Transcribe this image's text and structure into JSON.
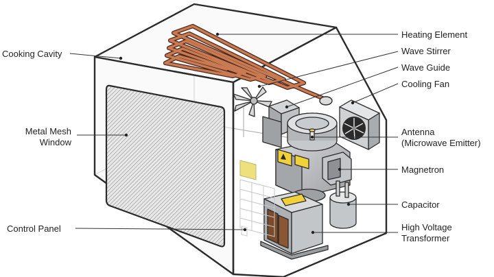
{
  "labels": {
    "heating_element": "Heating Element",
    "wave_stirrer": "Wave Stirrer",
    "wave_guide": "Wave Guide",
    "cooling_fan": "Cooling Fan",
    "antenna_line1": "Antenna",
    "antenna_line2": "(Microwave Emitter)",
    "magnetron": "Magnetron",
    "capacitor": "Capacitor",
    "transformer_line1": "High Voltage",
    "transformer_line2": "Transformer",
    "cooking_cavity": "Cooking Cavity",
    "window_line1": "Metal Mesh",
    "window_line2": "Window",
    "control_panel": "Control Panel"
  },
  "colors": {
    "outline": "#2b2b2b",
    "heating_coil": "#b5653e",
    "component_gray": "#b9bcbe",
    "component_shadow": "#8e9194",
    "warning_yellow": "#f0d13a",
    "transformer_core": "#7a4a2a"
  }
}
